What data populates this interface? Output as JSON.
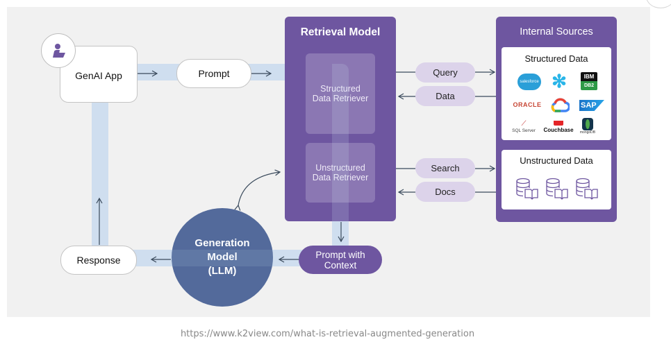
{
  "diagram": {
    "nodes": {
      "genai_app": {
        "label": "GenAI App",
        "icon": "user-laptop-icon"
      },
      "prompt": {
        "label": "Prompt"
      },
      "retrieval_model": {
        "title": "Retrieval Model",
        "structured_retriever": "Structured\nData Retriever",
        "unstructured_retriever": "Unstructured\nData Retriever"
      },
      "generation_model": {
        "label_line1": "Generation",
        "label_line2": "Model",
        "label_line3": "(LLM)"
      },
      "prompt_with_context": {
        "label_line1": "Prompt with",
        "label_line2": "Context"
      },
      "response": {
        "label": "Response"
      },
      "internal_sources": {
        "title": "Internal Sources",
        "structured": {
          "title": "Structured Data",
          "logos": [
            "salesforce",
            "snowflake",
            "IBM DB2",
            "ORACLE",
            "Google Cloud",
            "SAP",
            "SQL Server",
            "Couchbase",
            "mongoDB"
          ]
        },
        "unstructured": {
          "title": "Unstructured Data",
          "icons": [
            "database-book-icon",
            "database-book-icon",
            "database-book-icon"
          ]
        }
      }
    },
    "connectors": {
      "query": "Query",
      "data": "Data",
      "search": "Search",
      "docs": "Docs"
    },
    "logo_text": {
      "salesforce": "salesforce",
      "ibm": "IBM",
      "db2": "DB2",
      "oracle": "ORACLE",
      "sap": "SAP",
      "sqlserver": "SQL Server",
      "couchbase": "Couchbase",
      "mongodb": "mongoDB"
    },
    "colors": {
      "purple": "#6e56a0",
      "lavender": "#dcd3ea",
      "llm_blue": "#536a9b",
      "flow_band": "#c9dbee",
      "background": "#f1f1f1"
    }
  },
  "source_url": "https://www.k2view.com/what-is-retrieval-augmented-generation"
}
